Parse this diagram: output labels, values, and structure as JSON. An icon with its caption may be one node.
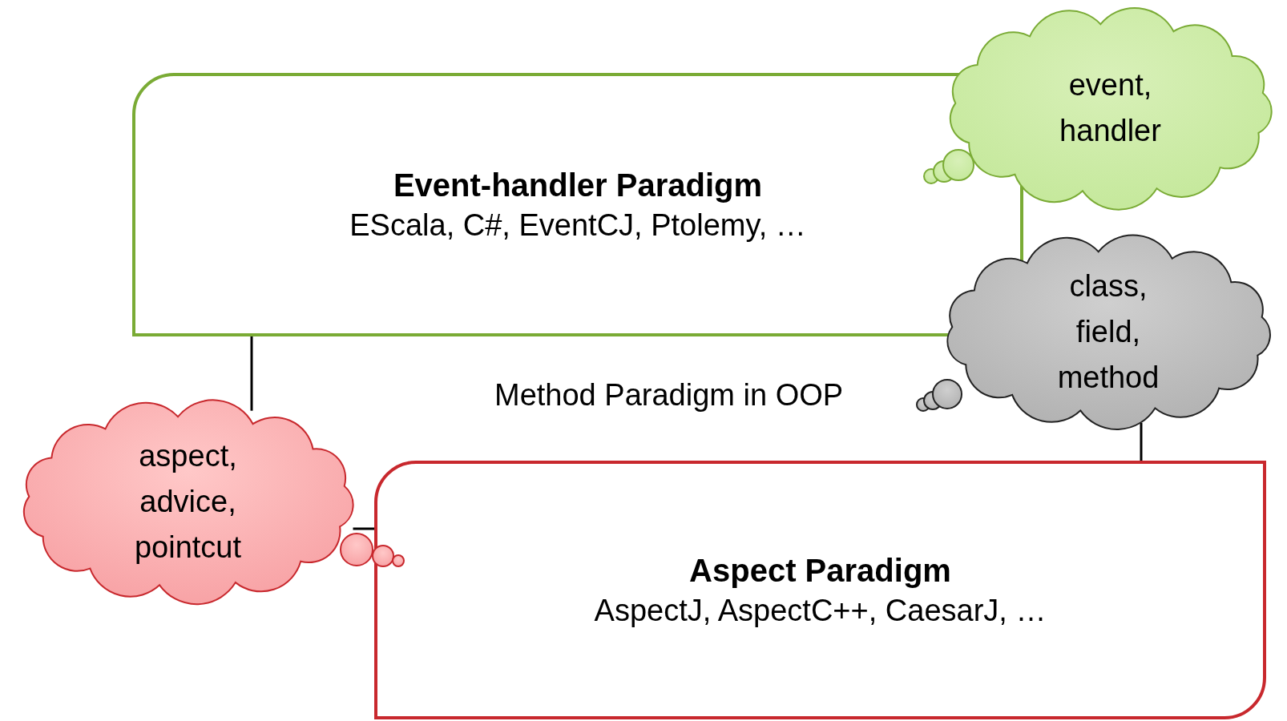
{
  "diagram": {
    "nodes": [
      {
        "text": [
          "Event-handler Paradigm",
          "EScala, C#, EventCJ, Ptolemy, …"
        ]
      },
      {
        "text": [
          "event, handler"
        ]
      },
      {
        "text": [
          "class, field, method"
        ]
      },
      {
        "text": [
          "aspect, advice, pointcut"
        ]
      },
      {
        "text": [
          "Aspect Paradigm",
          "AspectJ, AspectC++, CaesarJ, …"
        ]
      }
    ],
    "edges": [
      {
        "from": 2,
        "to": 4,
        "arrow": "none"
      },
      {
        "from": 0,
        "to": 3,
        "arrow": "none"
      },
      {
        "from": 3,
        "to": 4,
        "arrow": "none"
      }
    ],
    "labels": [
      "Method Paradigm in OOP"
    ]
  }
}
